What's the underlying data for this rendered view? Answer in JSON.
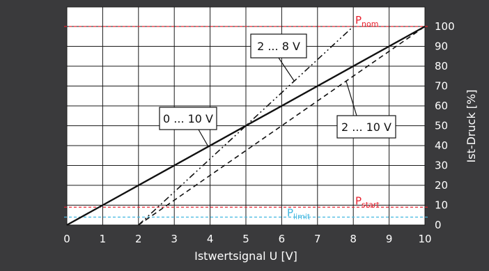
{
  "chart_data": {
    "type": "line",
    "xlabel": "Istwertsignal U [V]",
    "ylabel": "Ist-Druck [%]",
    "xlim": [
      0,
      10
    ],
    "ylim": [
      0,
      100
    ],
    "x_ticks": [
      "0",
      "1",
      "2",
      "3",
      "4",
      "5",
      "6",
      "7",
      "8",
      "9",
      "10"
    ],
    "y_ticks": [
      "0",
      "10",
      "20",
      "30",
      "40",
      "50",
      "60",
      "70",
      "80",
      "90",
      "100"
    ],
    "grid": true,
    "colors": {
      "background": "#3a3a3c",
      "plot": "#ffffff",
      "grid": "#1a1a1a",
      "reference_red": "#e8212e",
      "reference_cyan": "#3fb6e0",
      "text": "#ffffff"
    },
    "series": [
      {
        "name": "0 ... 10 V",
        "style": "solid",
        "points": [
          [
            0,
            0
          ],
          [
            10,
            100
          ]
        ]
      },
      {
        "name": "2 ... 10 V",
        "style": "dashed",
        "points": [
          [
            2,
            0
          ],
          [
            10,
            100
          ]
        ]
      },
      {
        "name": "2 ... 8 V",
        "style": "dash-dot-dot",
        "points": [
          [
            2,
            0
          ],
          [
            8,
            100
          ]
        ]
      }
    ],
    "reference_lines": [
      {
        "label_main": "P",
        "label_sub": "nom",
        "y": 100,
        "color": "#e8212e"
      },
      {
        "label_main": "P",
        "label_sub": "start",
        "y": 9,
        "color": "#e8212e"
      },
      {
        "label_main": "P",
        "label_sub": "limit",
        "y": 4,
        "color": "#3fb6e0"
      }
    ]
  }
}
